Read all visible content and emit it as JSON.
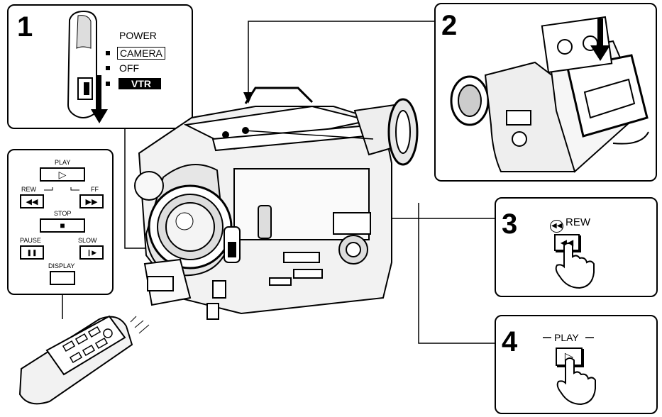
{
  "step1": {
    "number": "1",
    "power_label": "POWER",
    "camera_label": "CAMERA",
    "off_label": "OFF",
    "vtr_label": "VTR"
  },
  "step2": {
    "number": "2"
  },
  "step3": {
    "number": "3",
    "rew_label": "REW"
  },
  "step4": {
    "number": "4",
    "play_label": "PLAY"
  },
  "remote": {
    "play_label": "PLAY",
    "rew_label": "REW",
    "ff_label": "FF",
    "stop_label": "STOP",
    "pause_label": "PAUSE",
    "slow_label": "SLOW",
    "display_label": "DISPLAY"
  },
  "glyphs": {
    "play": "▷",
    "rew": "◀◀",
    "ff": "▶▶",
    "stop": "■",
    "pause": "❚❚",
    "slow": "❙▶",
    "rew_small": "◀◀"
  }
}
